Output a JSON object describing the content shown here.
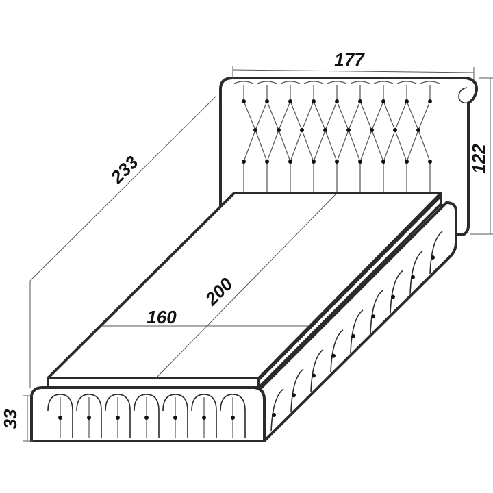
{
  "diagram": {
    "dimensions": {
      "headboard_width": "177",
      "headboard_height": "122",
      "total_length": "233",
      "mattress_length": "200",
      "mattress_width": "160",
      "base_height": "33"
    }
  }
}
